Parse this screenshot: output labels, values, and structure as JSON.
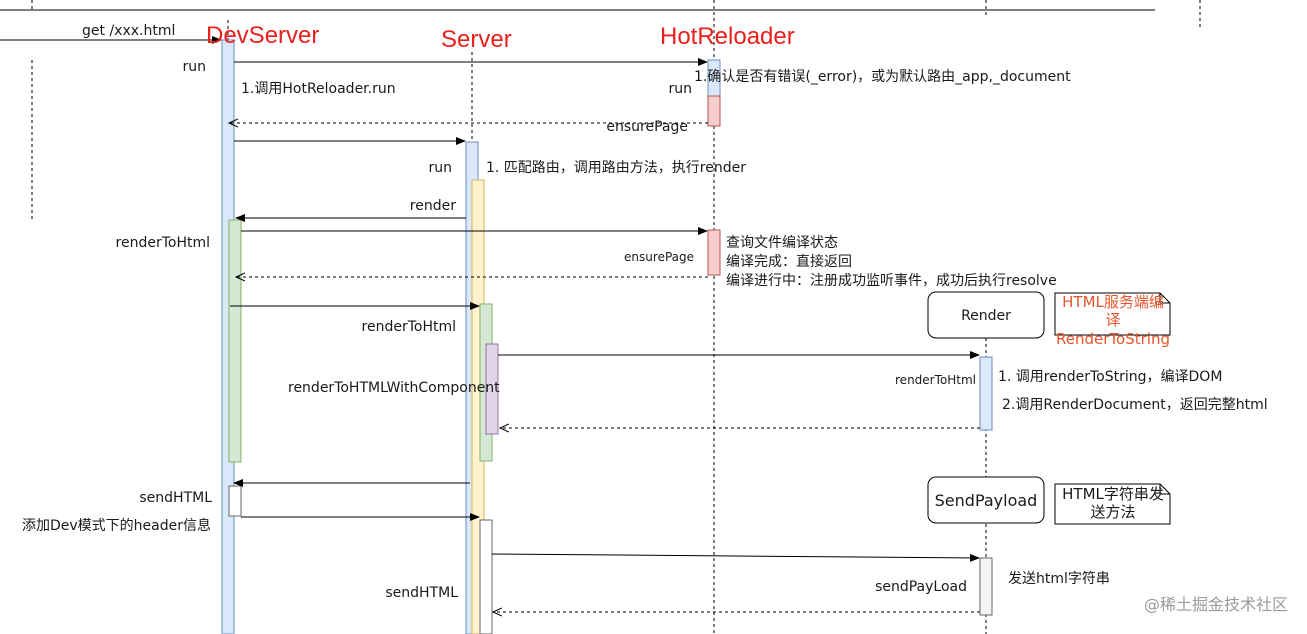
{
  "participants": {
    "devserver": "DevServer",
    "server": "Server",
    "hotreloader": "HotReloader"
  },
  "boxes": {
    "render": "Render",
    "sendpayload": "SendPayload"
  },
  "notes": {
    "render_note": [
      "HTML服务端编",
      "译",
      "RenderToString"
    ],
    "send_note": [
      "HTML字符串发",
      "送方法"
    ]
  },
  "labels": {
    "get_request": "get /xxx.html",
    "run_dev": "run",
    "call_hot_reloader": "1.调用HotReloader.run",
    "run_hot": "run",
    "confirm_error": "1.确认是否有错误(_error)，或为默认路由_app,_document",
    "ensure_page_1": "ensurePage",
    "run_server": "run",
    "match_route": "1. 匹配路由，调用路由方法，执行render",
    "render": "render",
    "render_to_html_dev": "renderToHtml",
    "ensure_page_2": "ensurePage",
    "query_compile": "查询文件编译状态",
    "compile_done": "编译完成：直接返回",
    "compile_in_progress": "编译进行中：注册成功监听事件，成功后执行resolve",
    "render_to_html_server": "renderToHtml",
    "render_with_component": "renderToHTMLWithComponent",
    "render_to_html_render": "renderToHtml",
    "call_render_to_string": "1. 调用renderToString，编译DOM",
    "call_render_document": "2.调用RenderDocument，返回完整html",
    "send_html_dev": "sendHTML",
    "add_dev_header": "添加Dev模式下的header信息",
    "send_html_server": "sendHTML",
    "send_payload": "sendPayLoad",
    "send_html_string": "发送html字符串"
  },
  "watermark": "@稀土掘金技术社区",
  "colors": {
    "title_red": "#e8211c",
    "note_orange": "#e8552b",
    "activation_blue": "#dae8fc",
    "activation_green": "#d5e8d4",
    "activation_yellow": "#fff2cc",
    "activation_red": "#f8cecc",
    "activation_purple": "#e1d5e7"
  }
}
